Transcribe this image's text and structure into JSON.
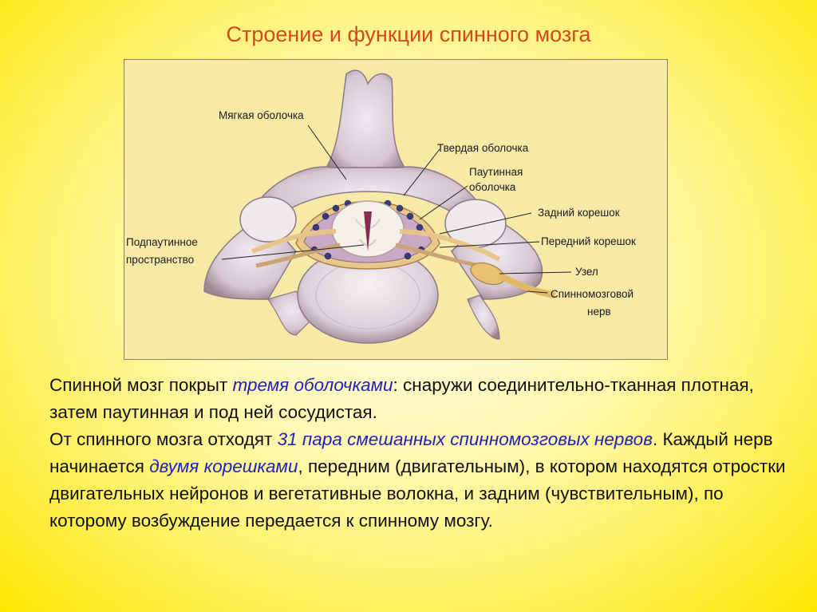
{
  "title": "Строение и функции спинного мозга",
  "figure": {
    "labels": {
      "soft": "Мягкая оболочка",
      "hard": "Твердая оболочка",
      "arachnoid_1": "Паутинная",
      "arachnoid_2": "оболочка",
      "posterior_root": "Задний корешок",
      "subarachnoid_1": "Подпаутинное",
      "subarachnoid_2": "пространство",
      "anterior_root": "Передний корешок",
      "ganglion": "Узел",
      "spinal_nerve_1": "Спинномозговой",
      "spinal_nerve_2": "нерв"
    }
  },
  "text": {
    "p1_a": "Спинной мозг покрыт ",
    "p1_hl": "тремя оболочками",
    "p1_b": ": снаружи соединительно-тканная плотная, затем паутинная и под ней сосудистая.",
    "p2_a": "От спинного мозга отходят ",
    "p2_hl1": "31 пара смешанных спинномозговых нервов",
    "p2_b": ". Каждый нерв начинается ",
    "p2_hl2": "двумя корешками",
    "p2_c": ", передним (двигательным), в котором находятся отростки двигательных нейронов и вегетативные волокна, и задним (чувствительным), по которому возбуждение передается к спинному мозгу."
  },
  "colors": {
    "title": "#d24a1c",
    "highlight": "#2222b8",
    "figure_bg": "#f7e9a6",
    "bone": "#d9ccd6",
    "membrane": "#e9c98a",
    "vessel": "#3a3a7a"
  }
}
